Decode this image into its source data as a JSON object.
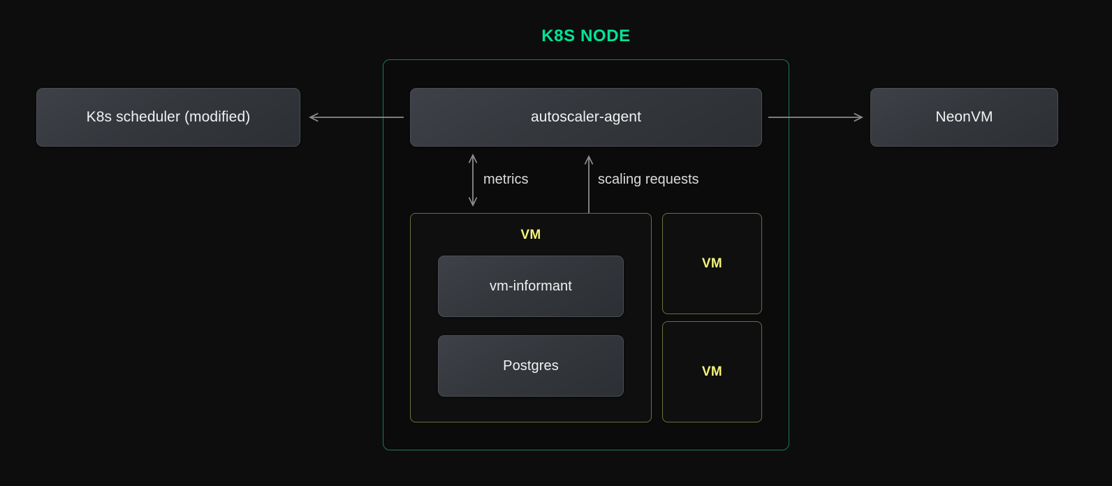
{
  "diagram": {
    "title": "K8S NODE",
    "accent_green": "#00e599",
    "node_border": "#1f7a54",
    "vm_border": "#6f6f3c",
    "vm_label_color": "#f2f279",
    "background": "#0d0d0d",
    "box_text_color": "#f2f2f2",
    "edge_label_color": "#dcdcdc",
    "arrow_color": "#8c8c8c"
  },
  "external": {
    "scheduler": {
      "label": "K8s scheduler (modified)"
    },
    "neonvm": {
      "label": "NeonVM"
    }
  },
  "node": {
    "agent": {
      "label": "autoscaler-agent"
    },
    "vm_main": {
      "label": "VM",
      "components": [
        {
          "label": "vm-informant"
        },
        {
          "label": "Postgres"
        }
      ]
    },
    "vm_others": [
      {
        "label": "VM"
      },
      {
        "label": "VM"
      }
    ]
  },
  "edges": [
    {
      "name": "scheduler-agent",
      "label": "",
      "direction": "left",
      "from": "autoscaler-agent",
      "to": "K8s scheduler (modified)"
    },
    {
      "name": "agent-neonvm",
      "label": "",
      "direction": "right",
      "from": "autoscaler-agent",
      "to": "NeonVM"
    },
    {
      "name": "metrics",
      "label": "metrics",
      "direction": "bidirectional",
      "from": "autoscaler-agent",
      "to": "VM"
    },
    {
      "name": "scaling-requests",
      "label": "scaling requests",
      "direction": "bidirectional",
      "from": "autoscaler-agent",
      "to": "vm-informant"
    }
  ]
}
